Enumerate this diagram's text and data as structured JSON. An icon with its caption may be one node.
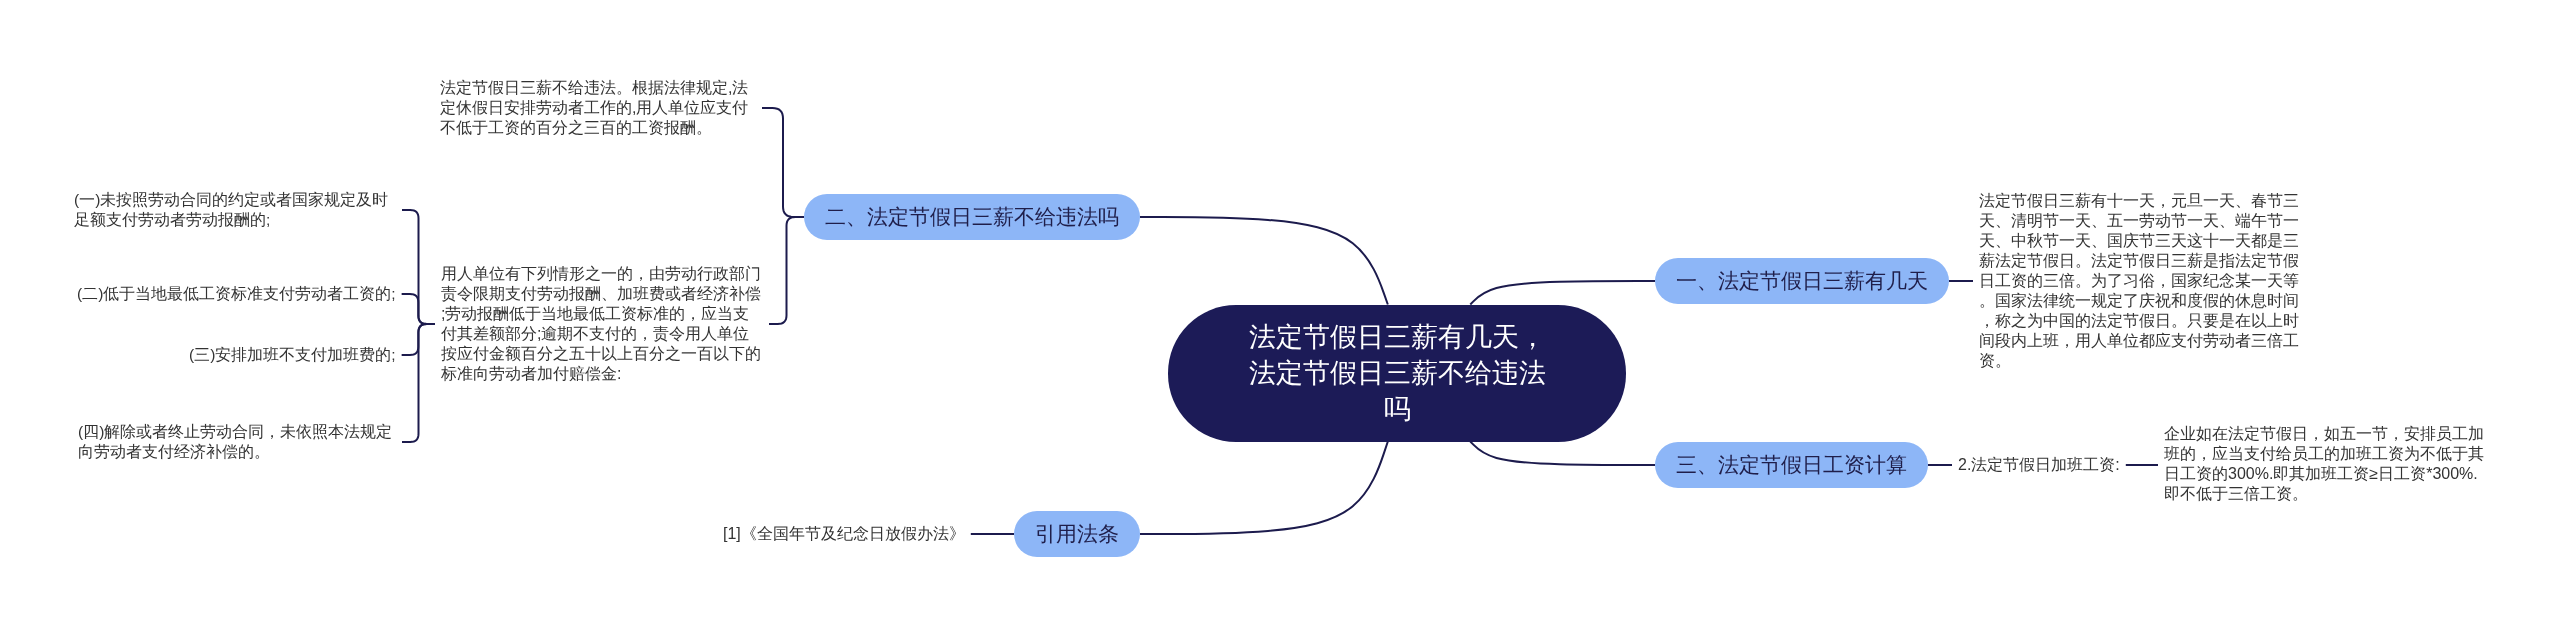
{
  "diagram": {
    "nodes": [
      {
        "text": [
          "法定节假日三薪有几天，法定节假日三薪不给违法吗"
        ]
      },
      {
        "text": [
          "一、法定节假日三薪有几天"
        ]
      },
      {
        "text": [
          "法定节假日三薪有十一天，元旦一天、春节三天、清明节一天、五一劳动节一天、端午节一天、中秋节一天、国庆节三天这十一天都是三薪法定节假日。法定节假日三薪是指法定节假日工资的三倍。为了习俗，国家纪念某一天等。国家法律统一规定了庆祝和度假的休息时间，称之为中国的法定节假日。只要是在以上时间段内上班，用人单位都应支付劳动者三倍工资。"
        ]
      },
      {
        "text": [
          "二、法定节假日三薪不给违法吗"
        ]
      },
      {
        "text": [
          "法定节假日三薪不给违法。根据法律规定,法定休假日安排劳动者工作的,用人单位应支付不低于工资的百分之三百的工资报酬。"
        ]
      },
      {
        "text": [
          "用人单位有下列情形之一的，由劳动行政部门责令限期支付劳动报酬、加班费或者经济补偿;劳动报酬低于当地最低工资标准的，应当支付其差额部分;逾期不支付的，责令用人单位按应付金额百分之五十以上百分之一百以下的标准向劳动者加付赔偿金:"
        ]
      },
      {
        "text": [
          "(一)未按照劳动合同的约定或者国家规定及时足额支付劳动者劳动报酬的;"
        ]
      },
      {
        "text": [
          "(二)低于当地最低工资标准支付劳动者工资的;"
        ]
      },
      {
        "text": [
          "(三)安排加班不支付加班费的;"
        ]
      },
      {
        "text": [
          "(四)解除或者终止劳动合同，未依照本法规定向劳动者支付经济补偿的。"
        ]
      },
      {
        "text": [
          "三、法定节假日工资计算"
        ]
      },
      {
        "text": [
          "2.法定节假日加班工资:"
        ]
      },
      {
        "text": [
          "企业如在法定节假日，如五一节，安排员工加班的，应当支付给员工的加班工资为不低于其日工资的300%.即其加班工资≥日工资*300%.即不低于三倍工资。"
        ]
      },
      {
        "text": [
          "引用法条"
        ]
      },
      {
        "text": [
          "[1]《全国年节及纪念日放假办法》"
        ]
      }
    ],
    "edges": [
      {
        "from": 0,
        "to": 1,
        "arrow": "none"
      },
      {
        "from": 1,
        "to": 2,
        "arrow": "none"
      },
      {
        "from": 0,
        "to": 3,
        "arrow": "none"
      },
      {
        "from": 3,
        "to": 4,
        "arrow": "none"
      },
      {
        "from": 3,
        "to": 5,
        "arrow": "none"
      },
      {
        "from": 5,
        "to": 6,
        "arrow": "none"
      },
      {
        "from": 5,
        "to": 7,
        "arrow": "none"
      },
      {
        "from": 5,
        "to": 8,
        "arrow": "none"
      },
      {
        "from": 5,
        "to": 9,
        "arrow": "none"
      },
      {
        "from": 0,
        "to": 10,
        "arrow": "none"
      },
      {
        "from": 10,
        "to": 11,
        "arrow": "none"
      },
      {
        "from": 11,
        "to": 12,
        "arrow": "none"
      },
      {
        "from": 0,
        "to": 13,
        "arrow": "none"
      },
      {
        "from": 13,
        "to": 14,
        "arrow": "none"
      }
    ]
  }
}
